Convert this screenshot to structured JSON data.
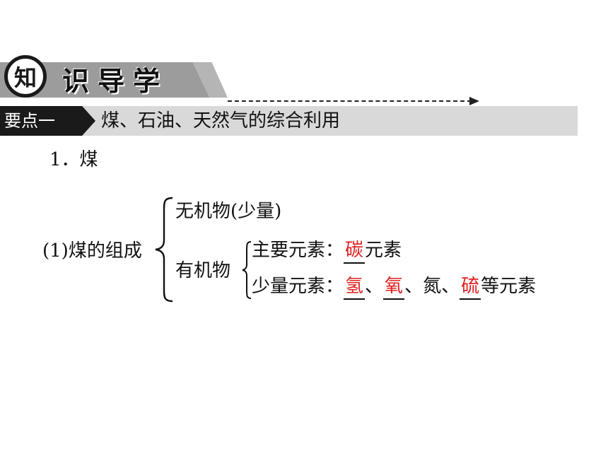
{
  "banner": {
    "badge": "知",
    "title": "识导学"
  },
  "keypoint": {
    "label": "要点一",
    "text": "煤、石油、天然气的综合利用"
  },
  "section": {
    "number": "1．煤"
  },
  "tree": {
    "root": "(1)煤的组成",
    "inorganic": "无机物(少量)",
    "organic": "有机物",
    "main_label": "主要元素：",
    "main_answer": "碳",
    "main_suffix": "元素",
    "minor_label": "少量元素：",
    "minor_answer1": "氢",
    "sep1": "、",
    "minor_answer2": "氧",
    "sep2": "、氮、",
    "minor_answer3": "硫",
    "minor_suffix": "等元素"
  },
  "colors": {
    "answer": "#e02020",
    "bar": "#d9d9d9",
    "label_bg": "#1a1a1a"
  }
}
